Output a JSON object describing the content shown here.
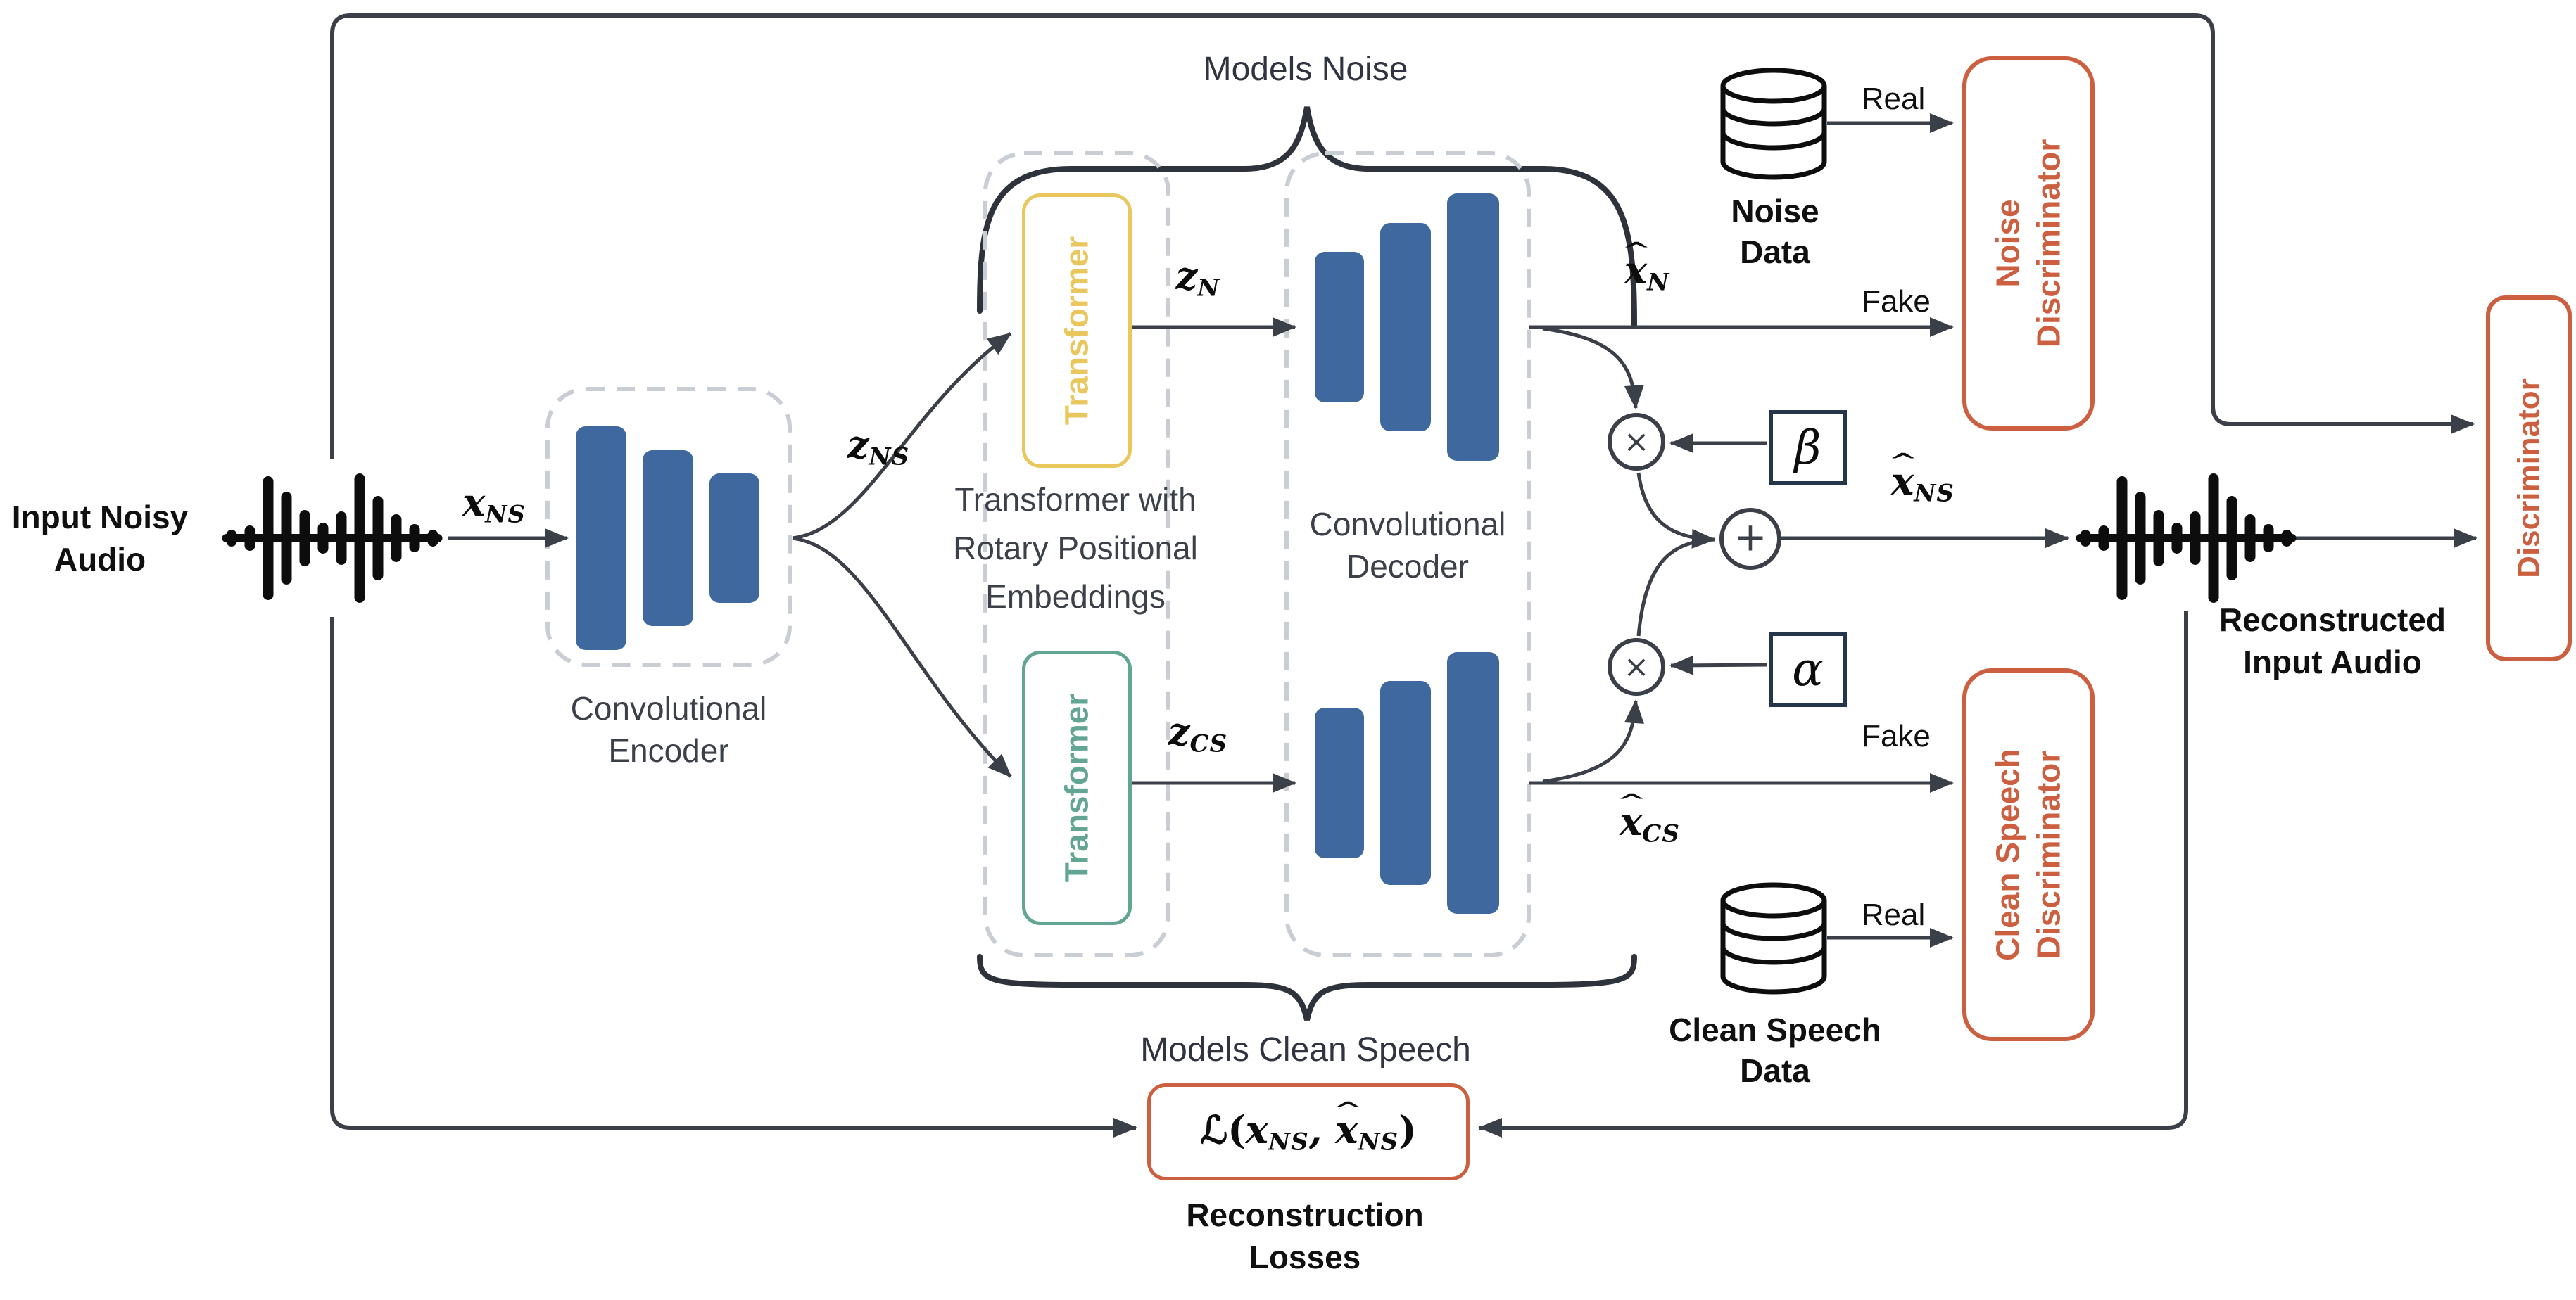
{
  "colors": {
    "blue": "#3E689E",
    "yellow": "#E9C75D",
    "teal": "#62A593",
    "orange": "#CC5F40",
    "navy": "#25354A",
    "line": "#3A3F48",
    "dash": "#C9CDD4",
    "gray": "#3B4049",
    "black": "#101010"
  },
  "icons": {
    "waveform_input": "waveform-icon",
    "waveform_reconstructed": "waveform-icon",
    "noise_database": "database-icon",
    "clean_speech_database": "database-icon",
    "multiply_top": "multiply-icon",
    "multiply_bottom": "multiply-icon",
    "add": "plus-icon",
    "models_noise_brace": "curly-brace-icon",
    "models_clean_brace": "curly-brace-icon"
  },
  "labels": {
    "input_audio": [
      "Input Noisy",
      "Audio"
    ],
    "conv_encoder": [
      "Convolutional",
      "Encoder"
    ],
    "rope": [
      "Transformer with",
      "Rotary Positional",
      "Embeddings"
    ],
    "transformer_top": "Transformer",
    "transformer_bottom": "Transformer",
    "conv_decoder": [
      "Convolutional",
      "Decoder"
    ],
    "models_noise": "Models Noise",
    "models_clean": "Models Clean Speech",
    "noise_data": [
      "Noise",
      "Data"
    ],
    "clean_data": [
      "Clean Speech",
      "Data"
    ],
    "real_top": "Real",
    "fake_top": "Fake",
    "fake_bottom": "Fake",
    "real_bottom": "Real",
    "noise_discriminator": [
      "Noise",
      "Discriminator"
    ],
    "clean_discriminator": [
      "Clean Speech",
      "Discriminator"
    ],
    "discriminator": "Discriminator",
    "reconstructed": [
      "Reconstructed",
      "Input Audio"
    ],
    "recon_losses": [
      "Reconstruction",
      "Losses"
    ],
    "beta": "β",
    "alpha": "α",
    "times": "×",
    "plus": "+"
  },
  "math": {
    "x_ns": {
      "hat": "",
      "main": "x",
      "sub": "NS"
    },
    "z_ns": {
      "hat": "",
      "main": "z",
      "sub": "NS"
    },
    "z_n": {
      "hat": "",
      "main": "z",
      "sub": "N"
    },
    "z_cs": {
      "hat": "",
      "main": "z",
      "sub": "CS"
    },
    "xhat_n": {
      "hat": "^",
      "main": "x",
      "sub": "N"
    },
    "xhat_cs": {
      "hat": "^",
      "main": "x",
      "sub": "CS"
    },
    "xhat_ns": {
      "hat": "^",
      "main": "x",
      "sub": "NS"
    },
    "loss": {
      "open": "ℒ(",
      "x1": "x",
      "sub1": "NS",
      "comma": ", ",
      "hat2": "^",
      "x2": "x",
      "sub2": "NS",
      "close": ")"
    }
  }
}
